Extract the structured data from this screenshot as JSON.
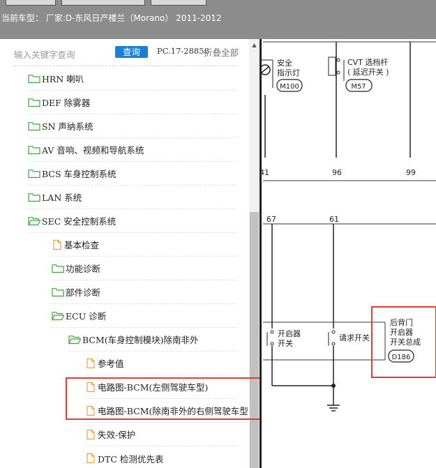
{
  "header": {
    "title": "当前车型：  厂家:D-东风日产楼兰（Morano） 2011-2012"
  },
  "sidebar": {
    "search_placeholder": "输入关键字查询",
    "query_button": "查询",
    "pc_info": "PC.17-28858",
    "collapse_all": "折叠全部",
    "items": [
      {
        "label": "HRN 喇叭",
        "icon": "folder-closed-icon"
      },
      {
        "label": "DEF 除雾器",
        "icon": "folder-closed-icon"
      },
      {
        "label": "SN 声纳系统",
        "icon": "folder-closed-icon"
      },
      {
        "label": "AV 音响、视频和导航系统",
        "icon": "folder-closed-icon"
      },
      {
        "label": "BCS 车身控制系统",
        "icon": "folder-closed-icon"
      },
      {
        "label": "LAN 系统",
        "icon": "folder-closed-icon"
      },
      {
        "label": "SEC 安全控制系统",
        "icon": "folder-open-icon"
      },
      {
        "label": "基本检查",
        "icon": "document-icon"
      },
      {
        "label": "功能诊断",
        "icon": "folder-closed-icon"
      },
      {
        "label": "部件诊断",
        "icon": "folder-closed-icon"
      },
      {
        "label": "ECU 诊断",
        "icon": "folder-open-icon"
      },
      {
        "label": "BCM(车身控制模块)除南非外",
        "icon": "folder-open-icon"
      },
      {
        "label": "参考值",
        "icon": "document-icon"
      },
      {
        "label": "电路图-BCM(左侧驾驶车型)",
        "icon": "document-icon"
      },
      {
        "label": "电路图-BCM(除南非外的右侧驾驶车型)",
        "icon": "document-icon"
      },
      {
        "label": "失效-保护",
        "icon": "document-icon"
      },
      {
        "label": "DTC 检测优先表",
        "icon": "document-icon"
      }
    ]
  },
  "diagram": {
    "label_safety_light": [
      "安全",
      "指示灯"
    ],
    "connector_m100": "M100",
    "label_cvt": [
      "CVT 选档杆",
      "( 延迟开关 )"
    ],
    "connector_m57": "M57",
    "pin_41": "41",
    "pin_96": "96",
    "pin_99": "99",
    "pin_67": "67",
    "pin_61": "61",
    "label_opener_switch": [
      "开启器",
      "开关"
    ],
    "label_request_switch": "请求开关",
    "label_back_door": [
      "后背门",
      "开启器",
      "开关总成"
    ],
    "connector_d186": "D186"
  },
  "colors": {
    "header_bg": "#8c8c8c",
    "query_button": "#1b7fd6",
    "folder_icon": "#3aa53a",
    "document_icon": "#f0a03c",
    "highlight": "#e53935"
  }
}
